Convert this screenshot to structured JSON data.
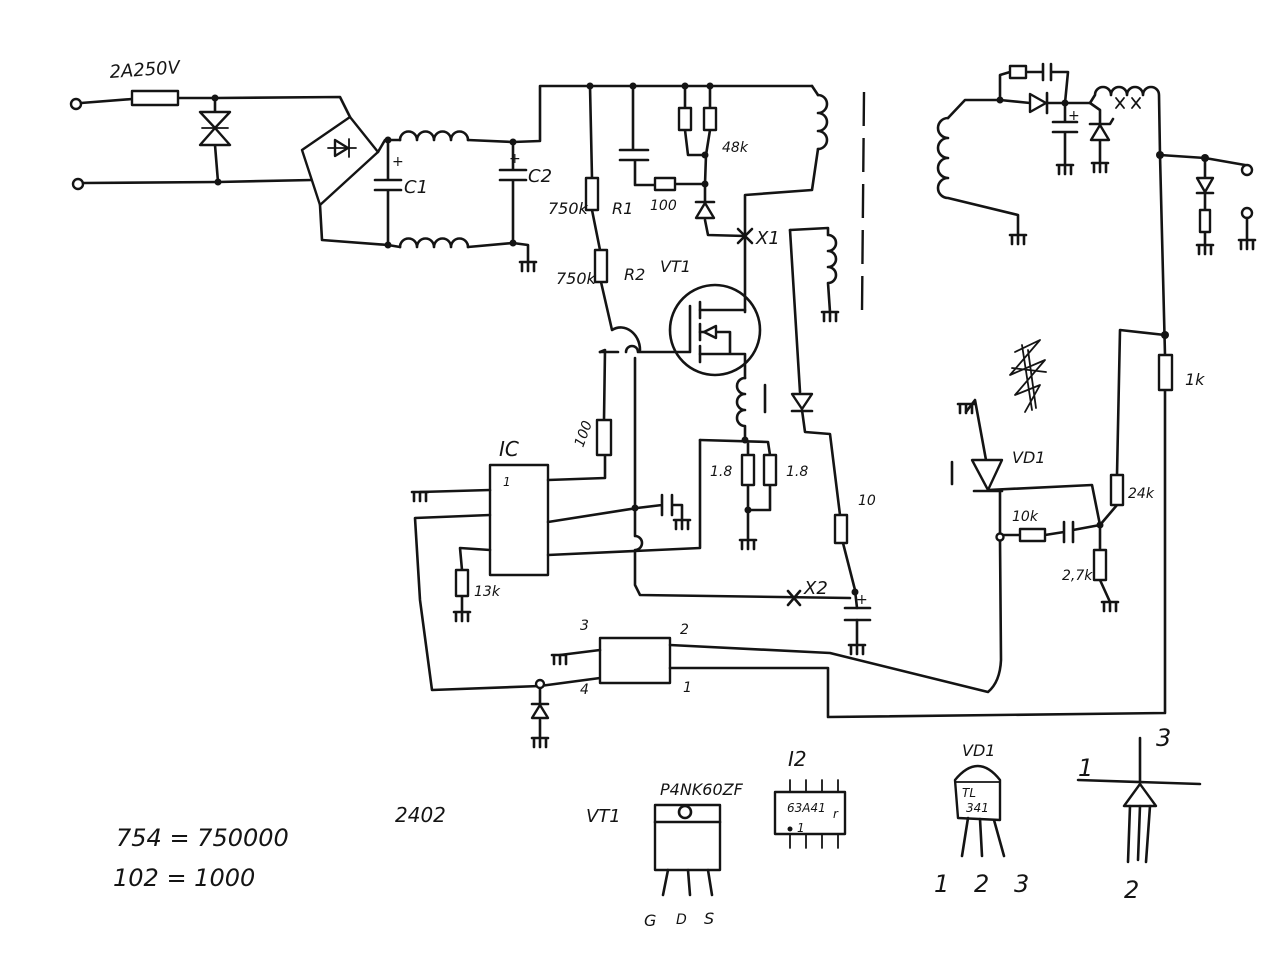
{
  "labels": {
    "fuse": "2A250V",
    "c1": "C1",
    "c2": "C2",
    "r1_value": "750k",
    "r1_name": "R1",
    "r2_value": "750k",
    "r2_name": "R2",
    "vt1": "VT1",
    "res_100_top": "100",
    "res_48k": "48k",
    "x1": "X1",
    "x2": "X2",
    "ic": "IC",
    "ic_pin1": "1",
    "res_100_gate": "100",
    "res_13k": "13k",
    "res_1_8_a": "1.8",
    "res_1_8_b": "1.8",
    "res_10": "10",
    "opto_pin3": "3",
    "opto_pin2": "2",
    "opto_pin4": "4",
    "opto_pin1": "1",
    "vd1": "VD1",
    "res_10k": "10k",
    "res_24k": "24k",
    "res_2_7k": "2,7k",
    "res_1k": "1k"
  },
  "symbols": {
    "plus": "+"
  },
  "notes": {
    "line1": "754 = 750000",
    "line2": "102 = 1000",
    "code": "2402"
  },
  "pinouts": {
    "vt1": {
      "label": "VT1",
      "part": "P4NK60ZF",
      "pins": [
        "G",
        "D",
        "S"
      ]
    },
    "ic": {
      "label": "I2",
      "marking": "63A41",
      "suffix": "r",
      "pin1": "1"
    },
    "vd1": {
      "label": "VD1",
      "marking_top": "TL",
      "marking_bottom": "341",
      "pins": [
        "1",
        "2",
        "3"
      ]
    },
    "zener": {
      "pin1": "1",
      "pin2": "2",
      "pin3": "3"
    }
  }
}
